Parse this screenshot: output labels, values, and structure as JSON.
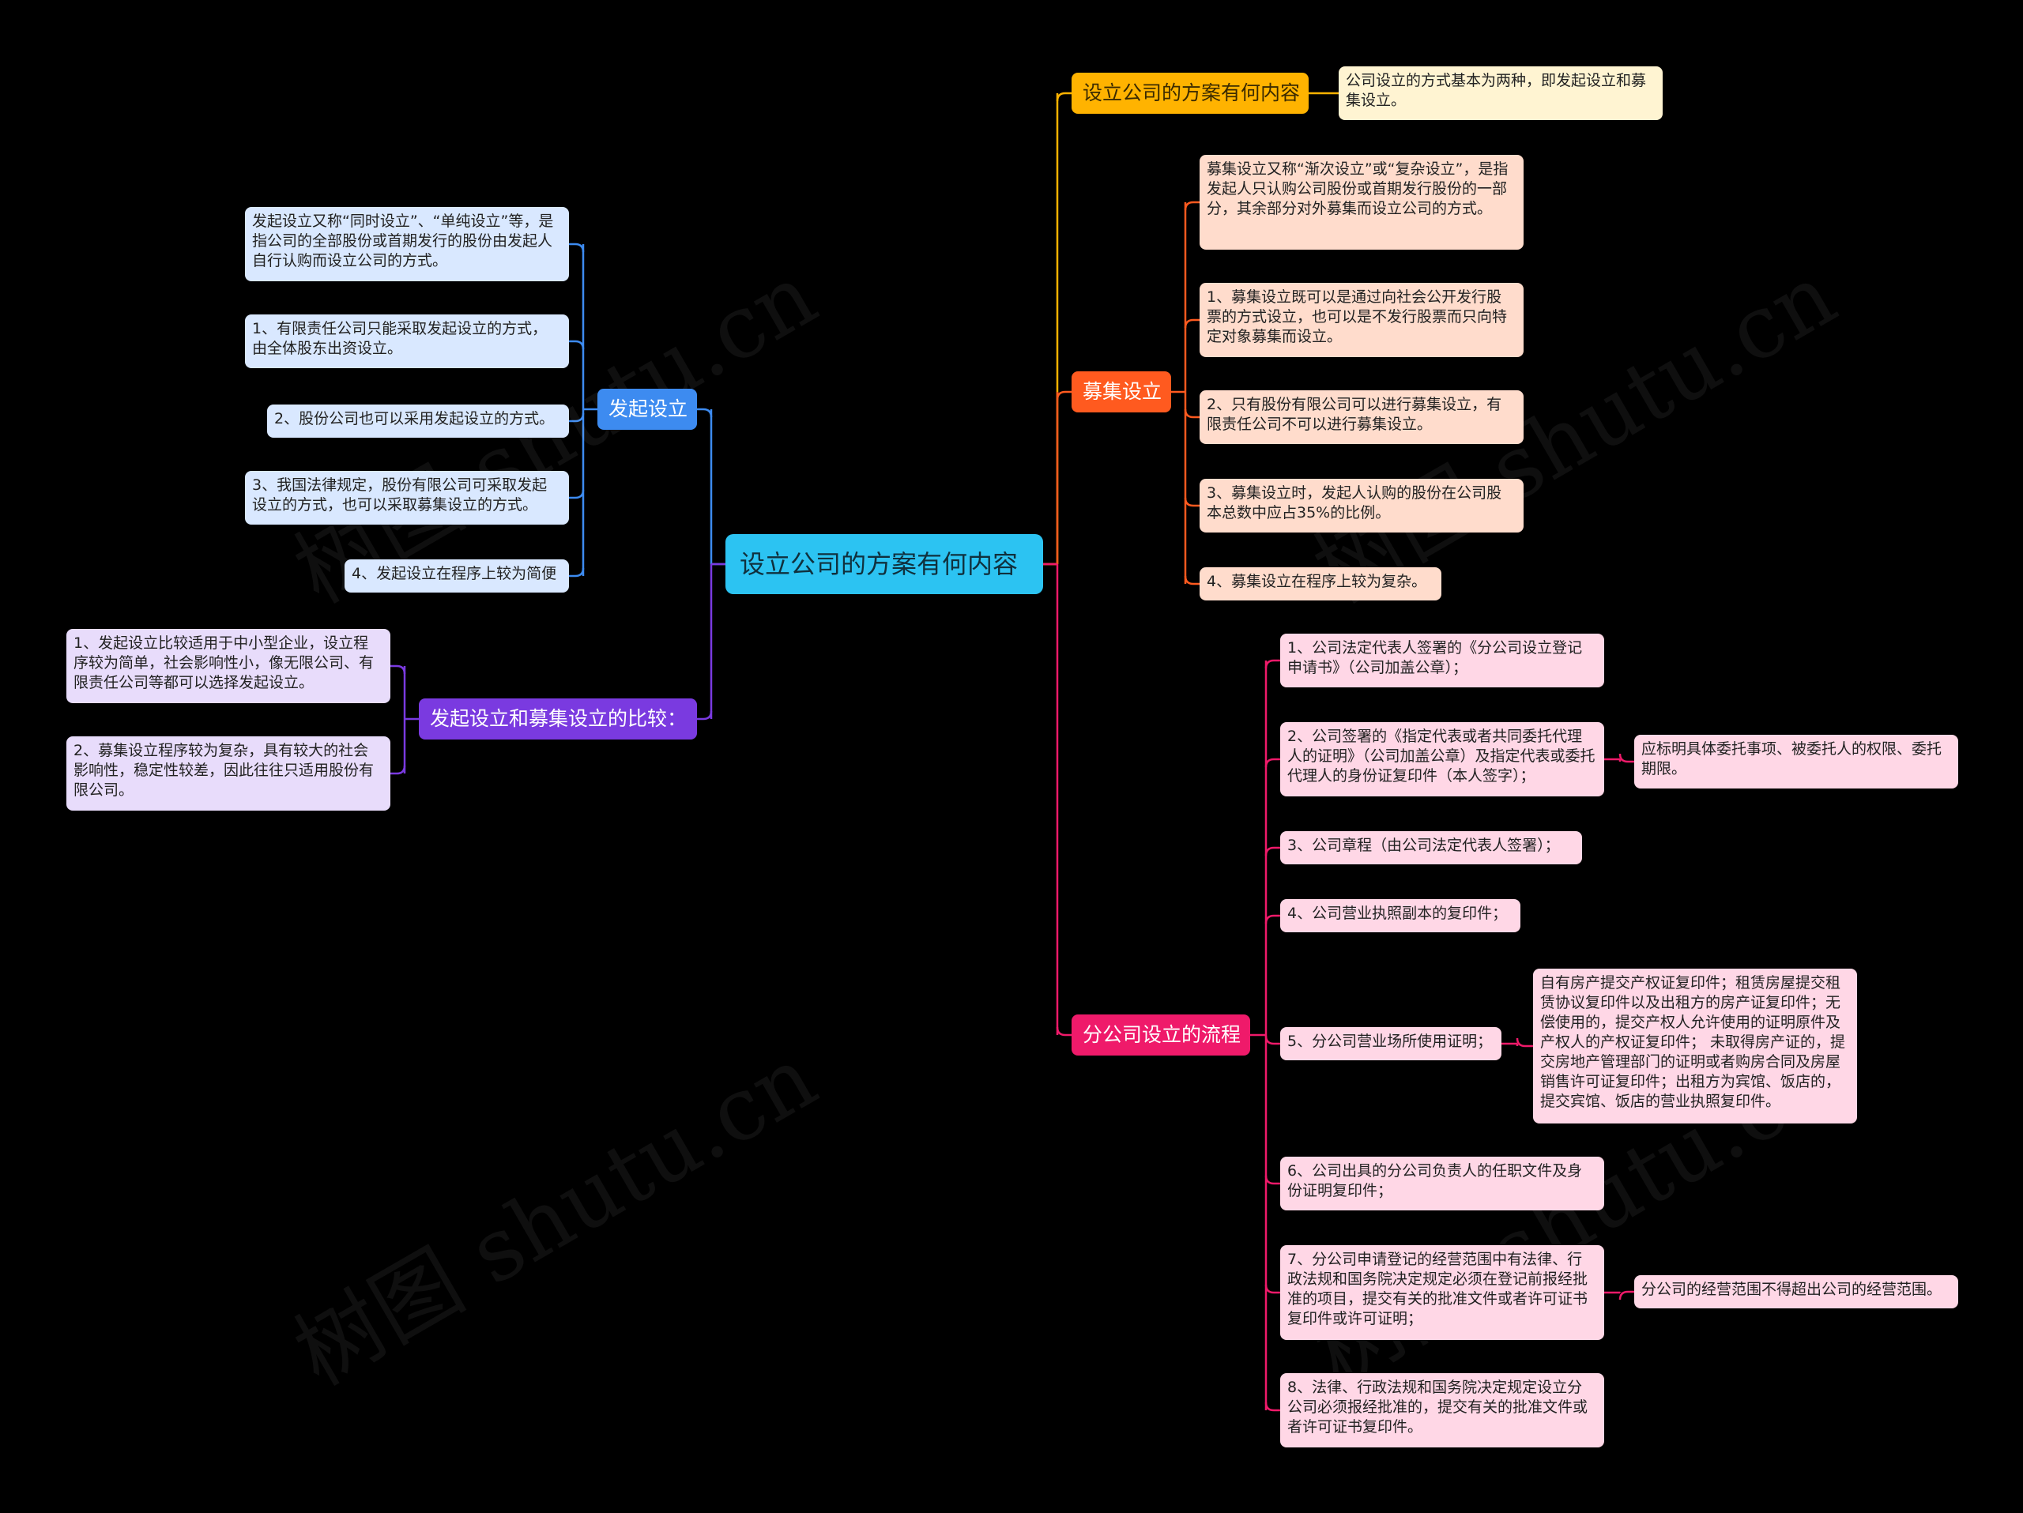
{
  "root": "设立公司的方案有何内容",
  "right": {
    "b1": {
      "label": "设立公司的方案有何内容",
      "leaf": "公司设立的方式基本为两种，即发起设立和募集设立。"
    },
    "b2": {
      "label": "募集设立",
      "leaves": [
        "募集设立又称“渐次设立”或“复杂设立”，是指发起人只认购公司股份或首期发行股份的一部分，其余部分对外募集而设立公司的方式。",
        "1、募集设立既可以是通过向社会公开发行股票的方式设立，也可以是不发行股票而只向特定对象募集而设立。",
        "2、只有股份有限公司可以进行募集设立，有限责任公司不可以进行募集设立。",
        "3、募集设立时，发起人认购的股份在公司股本总数中应占35%的比例。",
        "4、募集设立在程序上较为复杂。"
      ]
    },
    "b3": {
      "label": "分公司设立的流程",
      "leaves": [
        "1、公司法定代表人签署的《分公司设立登记申请书》（公司加盖公章）；",
        "2、公司签署的《指定代表或者共同委托代理人的证明》（公司加盖公章）及指定代表或委托代理人的身份证复印件（本人签字）；",
        "3、公司章程（由公司法定代表人签署）；",
        "4、公司营业执照副本的复印件；",
        "5、分公司营业场所使用证明；",
        "6、公司出具的分公司负责人的任职文件及身份证明复印件；",
        "7、分公司申请登记的经营范围中有法律、行政法规和国务院决定规定必须在登记前报经批准的项目，提交有关的批准文件或者许可证书复印件或许可证明；",
        "8、法律、行政法规和国务院决定规定设立分公司必须报经批准的，提交有关的批准文件或者许可证书复印件。"
      ],
      "sub2": "应标明具体委托事项、被委托人的权限、委托期限。",
      "sub5": "自有房产提交产权证复印件；租赁房屋提交租赁协议复印件以及出租方的房产证复印件；无偿使用的，提交产权人允许使用的证明原件及产权人的产权证复印件； 未取得房产证的，提交房地产管理部门的证明或者购房合同及房屋销售许可证复印件；出租方为宾馆、饭店的，提交宾馆、饭店的营业执照复印件。",
      "sub7": "分公司的经营范围不得超出公司的经营范围。"
    }
  },
  "left": {
    "b4": {
      "label": "发起设立",
      "leaves": [
        "发起设立又称“同时设立”、“单纯设立”等，是指公司的全部股份或首期发行的股份由发起人自行认购而设立公司的方式。",
        "1、有限责任公司只能采取发起设立的方式，由全体股东出资设立。",
        "2、股份公司也可以采用发起设立的方式。",
        "3、我国法律规定，股份有限公司可采取发起设立的方式，也可以采取募集设立的方式。",
        "4、发起设立在程序上较为简便"
      ]
    },
    "b5": {
      "label": "发起设立和募集设立的比较：",
      "leaves": [
        "1、发起设立比较适用于中小型企业，设立程序较为简单，社会影响性小，像无限公司、有限责任公司等都可以选择发起设立。",
        "2、募集设立程序较为复杂，具有较大的社会影响性，稳定性较差，因此往往只适用股份有限公司。"
      ]
    }
  },
  "watermark": "树图 shutu.cn",
  "colors": {
    "root": "#2cc3f2",
    "yellow": "#ffb300",
    "orange": "#ff5a1f",
    "pink": "#ef1a6a",
    "blue": "#3d8bf0",
    "purple": "#7a3ae0"
  }
}
